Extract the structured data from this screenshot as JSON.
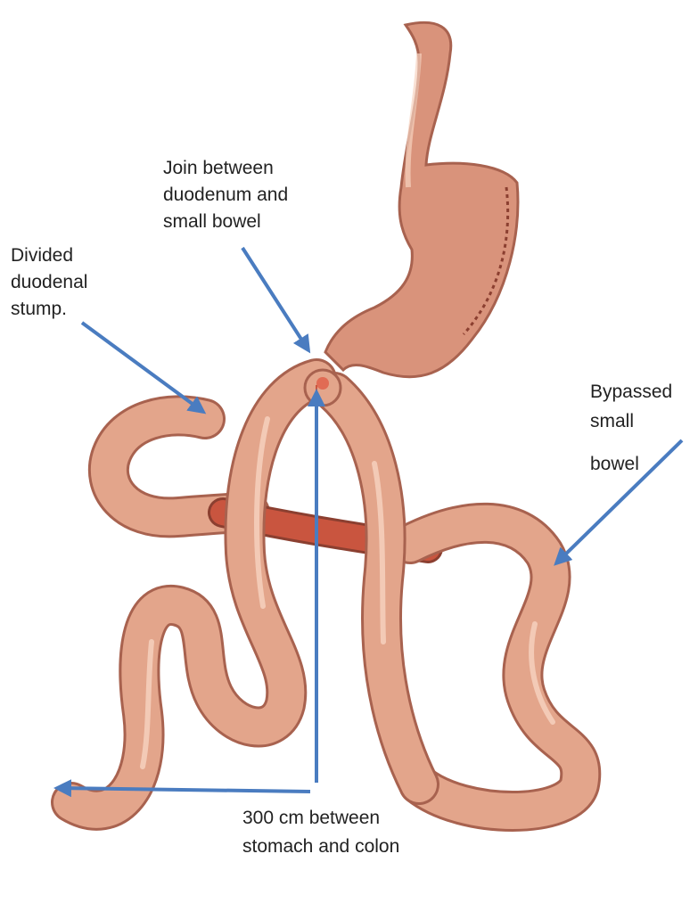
{
  "labels": {
    "join": [
      "Join between",
      "duodenum and",
      "small bowel"
    ],
    "stump": [
      "Divided",
      "duodenal",
      "stump."
    ],
    "bypassed": [
      "Bypassed",
      "small",
      "bowel"
    ],
    "length": [
      "300 cm between",
      "stomach and colon"
    ]
  },
  "colors": {
    "arrow": "#4a7cc0",
    "bowel_fill": "#e3a58b",
    "bowel_outline": "#a8624f",
    "bowel_highlight": "#f6d3c1",
    "limb_red": "#c9553f",
    "stomach_fill": "#d9937b",
    "anastomosis": "#e0604a"
  },
  "icons": {
    "arrows": "arrow-icon",
    "anatomy": "bowel-illustration-icon"
  }
}
